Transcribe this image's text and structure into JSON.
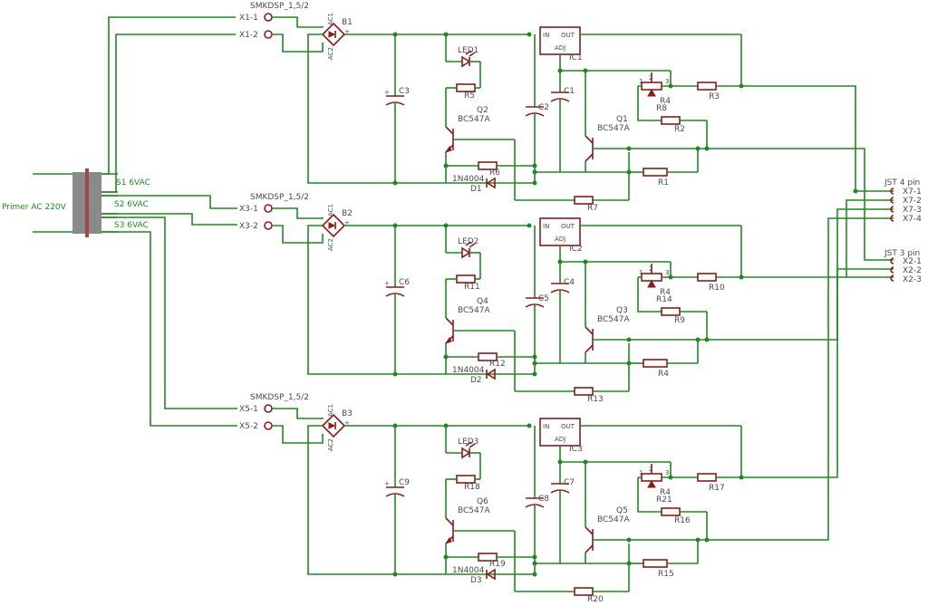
{
  "transformer": {
    "primary_label": "Primer AC 220V",
    "secondaries": [
      "S1 6VAC",
      "S2 6VAC",
      "S3 6VAC"
    ]
  },
  "jst4": {
    "title": "JST 4 pin",
    "pins": [
      "X7-1",
      "X7-2",
      "X7-3",
      "X7-4"
    ]
  },
  "jst3": {
    "title": "JST 3 pin",
    "pins": [
      "X2-1",
      "X2-2",
      "X2-3"
    ]
  },
  "channels": [
    {
      "terminal": "SMKDSP_1,5/2",
      "pin1": "X1-1",
      "pin2": "X1-2",
      "bridge": "B1",
      "ac1": "AC1",
      "ac2": "AC2",
      "plus": "+",
      "minus": "-",
      "cap_big": "C3",
      "led": "LED1",
      "r_led": "R5",
      "q_left": "Q2",
      "q_left_type": "BC547A",
      "r_q": "R6",
      "diode_type": "1N4004",
      "diode": "D1",
      "r_bottom": "R7",
      "ic": "IC1",
      "ic_in": "IN",
      "ic_out": "OUT",
      "ic_adj": "ADJ",
      "c_a": "C2",
      "c_b": "C1",
      "pot": "R4",
      "pot_pins": [
        "1",
        "2",
        "3"
      ],
      "r_pot": "R8",
      "r_out": "R3",
      "r_2": "R2",
      "q_right": "Q1",
      "q_right_type": "BC547A",
      "r_1": "R1"
    },
    {
      "terminal": "SMKDSP_1,5/2",
      "pin1": "X3-1",
      "pin2": "X3-2",
      "bridge": "B2",
      "ac1": "AC1",
      "ac2": "AC2",
      "plus": "+",
      "minus": "-",
      "cap_big": "C6",
      "led": "LED2",
      "r_led": "R11",
      "q_left": "Q4",
      "q_left_type": "BC547A",
      "r_q": "R12",
      "diode_type": "1N4004",
      "diode": "D2",
      "r_bottom": "R13",
      "ic": "IC2",
      "ic_in": "IN",
      "ic_out": "OUT",
      "ic_adj": "ADJ",
      "c_a": "C5",
      "c_b": "C4",
      "pot": "R4",
      "pot_pins": [
        "1",
        "2",
        "3"
      ],
      "r_pot": "R14",
      "r_out": "R10",
      "r_2": "R9",
      "q_right": "Q3",
      "q_right_type": "BC547A",
      "r_1": "R4"
    },
    {
      "terminal": "SMKDSP_1,5/2",
      "pin1": "X5-1",
      "pin2": "X5-2",
      "bridge": "B3",
      "ac1": "AC1",
      "ac2": "AC2",
      "plus": "+",
      "minus": "-",
      "cap_big": "C9",
      "led": "LED3",
      "r_led": "R18",
      "q_left": "Q6",
      "q_left_type": "BC547A",
      "r_q": "R19",
      "diode_type": "1N4004",
      "diode": "D3",
      "r_bottom": "R20",
      "ic": "IC3",
      "ic_in": "IN",
      "ic_out": "OUT",
      "ic_adj": "ADJ",
      "c_a": "C8",
      "c_b": "C7",
      "pot": "R4",
      "pot_pins": [
        "1",
        "2",
        "3"
      ],
      "r_pot": "R21",
      "r_out": "R17",
      "r_2": "R16",
      "q_right": "Q5",
      "q_right_type": "BC547A",
      "r_1": "R15"
    }
  ]
}
